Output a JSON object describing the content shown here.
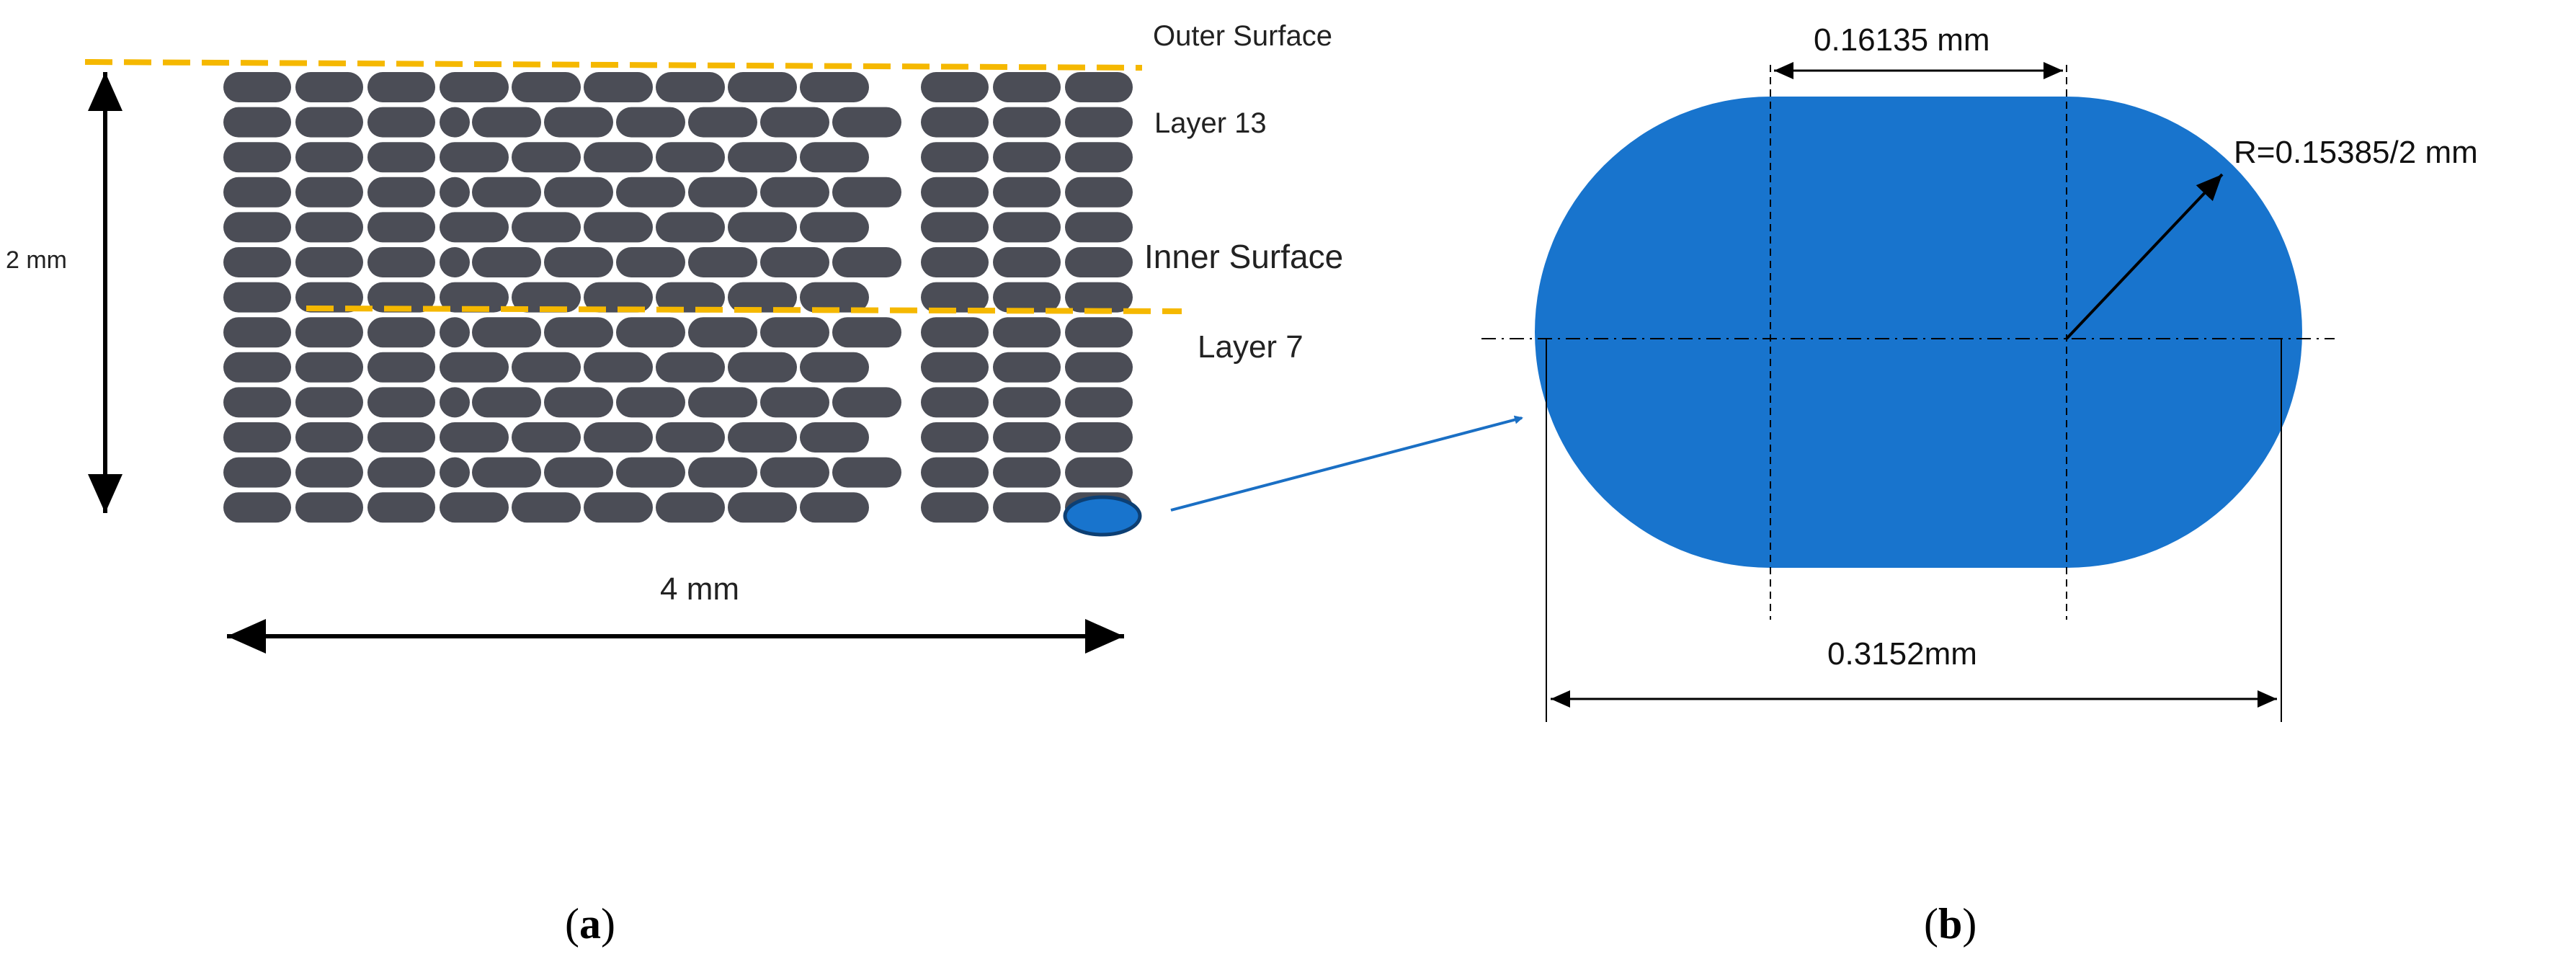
{
  "panel_a": {
    "labels": {
      "outer_surface": "Outer Surface",
      "layer_13": "Layer 13",
      "inner_surface": "Inner Surface",
      "layer_7": "Layer 7",
      "height": "2 mm",
      "width": "4 mm"
    },
    "caption": {
      "open": "(",
      "letter": "a",
      "close": ")"
    }
  },
  "panel_b": {
    "labels": {
      "top_dimension": "0.16135 mm",
      "radius": "R=0.15385/2 mm",
      "bottom_dimension": "0.3152mm"
    },
    "caption": {
      "open": "(",
      "letter": "b",
      "close": ")"
    }
  },
  "colors": {
    "fiber": "#4b4d56",
    "cross_section": "#1874cd",
    "dashed_line": "#f5b800",
    "arrow": "#1a6fc4",
    "text": "#222222"
  }
}
